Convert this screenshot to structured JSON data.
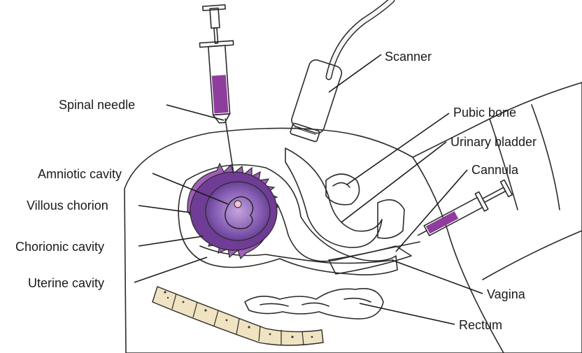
{
  "labels": {
    "scanner": "Scanner",
    "spinal_needle": "Spinal needle",
    "pubic_bone": "Pubic bone",
    "urinary_bladder": "Urinary bladder",
    "amniotic_cavity": "Amniotic cavity",
    "cannula": "Cannula",
    "villous_chorion": "Villous chorion",
    "chorionic_cavity": "Chorionic cavity",
    "uterine_cavity": "Uterine cavity",
    "vagina": "Vagina",
    "rectum": "Rectum"
  },
  "colors": {
    "skin": "#f7e4dc",
    "uterus_wall": "#c96e7c",
    "chorion": "#8e4aa6",
    "amniotic_fluid": "#7a4fa6",
    "embryo": "#f3cde0",
    "bone": "#eadcb6",
    "syringe_fluid": "#8f3d9c",
    "scanner_body": "#d9d9d9",
    "rectum": "#f3b8c2"
  }
}
